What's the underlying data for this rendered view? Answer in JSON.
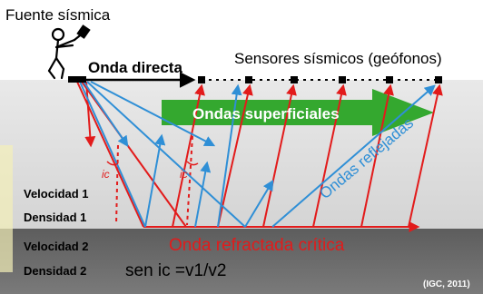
{
  "source_label": "Fuente sísmica",
  "sensors_label": "Sensores sísmicos (geófonos)",
  "direct_wave_label": "Onda directa",
  "surface_waves_label": "Ondas superficiales",
  "reflected_waves_label": "Ondas reflejadas",
  "refracted_wave_label": "Onda refractada crítica",
  "layer1": {
    "velocity": "Velocidad 1",
    "density": "Densidad 1"
  },
  "layer2": {
    "velocity": "Velocidad 2",
    "density": "Densidad 2"
  },
  "critical_angle_symbol": "ic",
  "formula": "sen ic =v1/v2",
  "credit": "(IGC, 2011)",
  "colors": {
    "layer1": "#e2e2e2",
    "layer2": "#6f6f6f",
    "refracted": "#e21b1b",
    "reflected": "#2f8fd6",
    "surface_wave": "#34a82f",
    "direct": "#000000"
  }
}
